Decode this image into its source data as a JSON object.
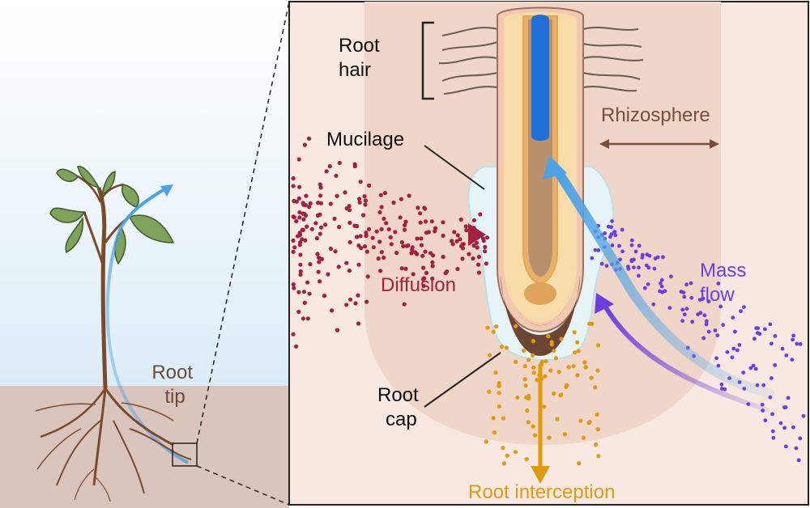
{
  "labels": {
    "root_tip": [
      "Root",
      "tip"
    ],
    "root_hair": [
      "Root",
      "hair"
    ],
    "mucilage": "Mucilage",
    "rhizosphere": "Rhizosphere",
    "diffusion": "Diffusion",
    "mass_flow": [
      "Mass",
      "flow"
    ],
    "root_cap": [
      "Root",
      "cap"
    ],
    "root_interception": "Root interception"
  },
  "colors": {
    "soil_left": "#d9c5bd",
    "sky_top": "#ffffff",
    "sky_bottom": "#dcecf6",
    "panel_bg": "#f7e9e2",
    "rhizosphere_zone": "#f0d6c8",
    "mucilage": "#e6f4f7",
    "diffusion": "#a3203e",
    "mass_flow": "#6a3fe0",
    "interception": "#e09a10",
    "xylem_arrow": "#4ea2e6",
    "root_label": "#6b4a3a",
    "rhizosphere_label": "#7a4e38"
  }
}
